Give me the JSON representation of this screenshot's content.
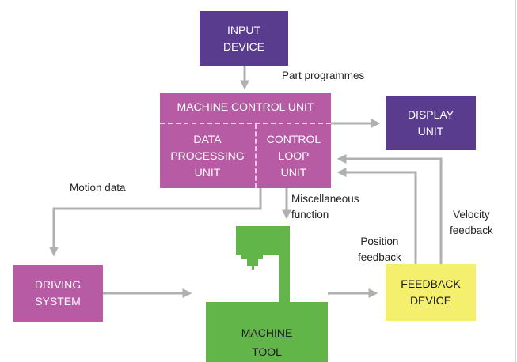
{
  "colors": {
    "purple": "#5a3c8f",
    "magenta": "#b85ba5",
    "green": "#62b649",
    "yellow": "#f5ef6e",
    "arrow": "#b0b0b0"
  },
  "nodes": {
    "input_device": "INPUT\nDEVICE",
    "mcu_title": "MACHINE CONTROL UNIT",
    "data_processing": "DATA\nPROCESSING\nUNIT",
    "control_loop": "CONTROL\nLOOP\nUNIT",
    "display_unit": "DISPLAY\nUNIT",
    "driving_system": "DRIVING\nSYSTEM",
    "machine_tool": "MACHINE\nTOOL",
    "feedback_device": "FEEDBACK\nDEVICE"
  },
  "labels": {
    "part_programmes": "Part programmes",
    "motion_data": "Motion data",
    "misc_function": "Miscellaneous\nfunction",
    "velocity_feedback": "Velocity\nfeedback",
    "position_feedback": "Position\nfeedback"
  }
}
